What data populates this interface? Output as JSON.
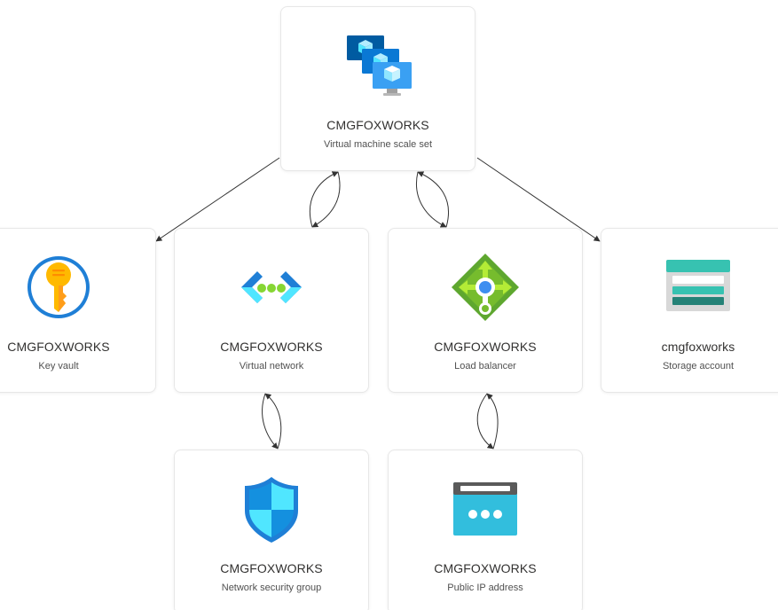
{
  "nodes": {
    "vmss": {
      "name": "CMGFOXWORKS",
      "type": "Virtual machine scale set",
      "icon": "vm-scale-set-icon"
    },
    "keyvault": {
      "name": "CMGFOXWORKS",
      "type": "Key vault",
      "icon": "key-vault-icon"
    },
    "vnet": {
      "name": "CMGFOXWORKS",
      "type": "Virtual network",
      "icon": "virtual-network-icon"
    },
    "lb": {
      "name": "CMGFOXWORKS",
      "type": "Load balancer",
      "icon": "load-balancer-icon"
    },
    "storage": {
      "name": "cmgfoxworks",
      "type": "Storage account",
      "icon": "storage-account-icon"
    },
    "nsg": {
      "name": "CMGFOXWORKS",
      "type": "Network security group",
      "icon": "network-security-group-icon"
    },
    "pip": {
      "name": "CMGFOXWORKS",
      "type": "Public IP address",
      "icon": "public-ip-address-icon"
    }
  },
  "edges": [
    {
      "from": "vmss",
      "to": "keyvault",
      "direction": "one-way"
    },
    {
      "from": "vmss",
      "to": "storage",
      "direction": "one-way"
    },
    {
      "from": "vmss",
      "to": "vnet",
      "direction": "bidirectional"
    },
    {
      "from": "vmss",
      "to": "lb",
      "direction": "bidirectional"
    },
    {
      "from": "vnet",
      "to": "nsg",
      "direction": "bidirectional"
    },
    {
      "from": "lb",
      "to": "pip",
      "direction": "bidirectional"
    }
  ],
  "colors": {
    "azure_blue": "#0078d4",
    "light_blue": "#50e6ff",
    "lb_green": "#76bc2d",
    "key_gold": "#ffb900",
    "storage_teal": "#37c2b1",
    "edge": "#333333"
  }
}
